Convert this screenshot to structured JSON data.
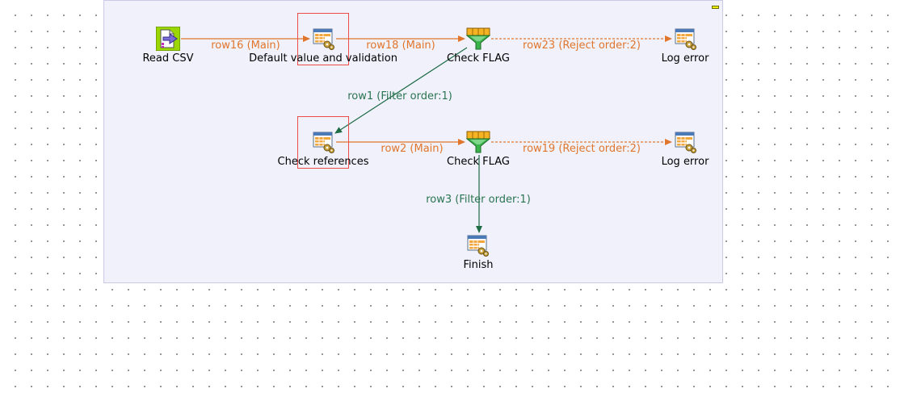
{
  "job": {
    "nodes": {
      "read_csv": "Read CSV",
      "default_value": "Default value and validation",
      "check_flag_1": "Check FLAG",
      "log_error_1": "Log error",
      "check_references": "Check references",
      "check_flag_2": "Check FLAG",
      "log_error_2": "Log error",
      "finish": "Finish"
    },
    "connections": {
      "row16": "row16 (Main)",
      "row18": "row18 (Main)",
      "row23": "row23 (Reject order:2)",
      "row1": "row1 (Filter order:1)",
      "row2": "row2 (Main)",
      "row19": "row19 (Reject order:2)",
      "row3": "row3 (Filter order:1)"
    }
  },
  "colors": {
    "main_link": "#e0762c",
    "filter_link": "#1e6b45",
    "subjob_bg": "#f0f1fb",
    "selection": "#ee4b4b"
  },
  "icons": {
    "read_csv": "file-input-icon",
    "default_value": "tmap-icon",
    "check_flag": "filter-funnel-icon",
    "log_error": "tmap-icon",
    "finish": "tmap-icon"
  }
}
